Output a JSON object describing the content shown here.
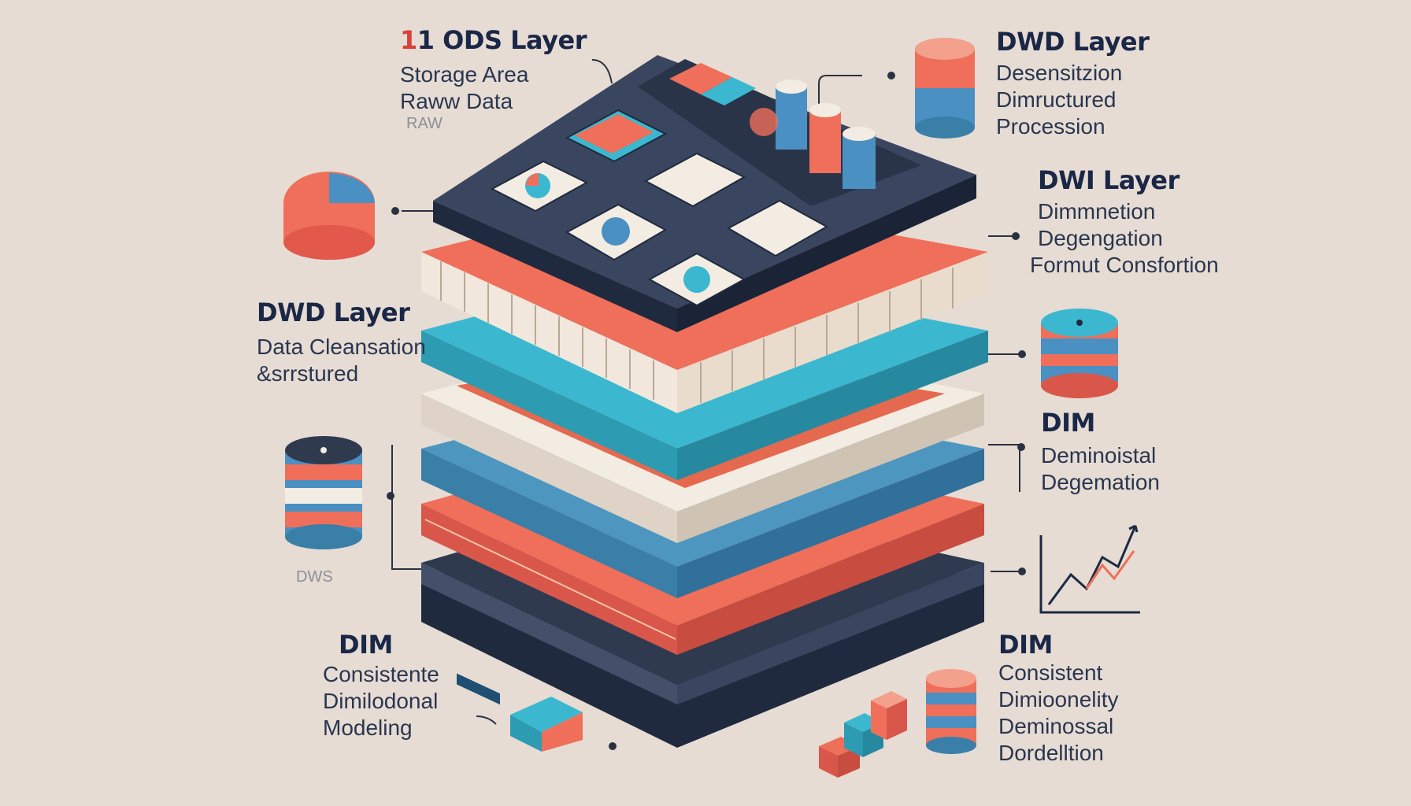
{
  "colors": {
    "background": "#e6dcd3",
    "navy": "#2f3a4f",
    "coral": "#ef6f5a",
    "teal": "#3bb8cf",
    "cream": "#f3ece2",
    "blue": "#4a90c2"
  },
  "labels": {
    "ods": {
      "number": "1",
      "title": "1 ODS Layer",
      "lines": [
        "Storage Area",
        "Raww Data"
      ],
      "faint": "RAW"
    },
    "dwd_top": {
      "title": "DWD Layer",
      "lines": [
        "Desensitzion",
        "Dimructured",
        "Procession"
      ]
    },
    "dwi": {
      "title": "DWI Layer",
      "lines": [
        "Dimmnetion",
        "Degengation",
        "Formut Consfortion"
      ]
    },
    "dwd_left": {
      "title": "DWD Layer",
      "lines": [
        "Data Cleansation",
        "&srrstured"
      ]
    },
    "dim_right": {
      "title": "DIM",
      "lines": [
        "Deminoistal",
        "Degemation"
      ]
    },
    "dws": {
      "faint": "DWS"
    },
    "dim_bottom_left": {
      "title": "DIM",
      "lines": [
        "Consistente",
        "Dimilodonal",
        "Modeling"
      ]
    },
    "dim_bottom_right": {
      "title": "DIM",
      "lines": [
        "Consistent",
        "Dimioonelity",
        "Deminossal",
        "Dordelltion"
      ]
    }
  },
  "icons": [
    "pie-chart-icon",
    "database-stack-icon",
    "disk-stack-icon",
    "line-chart-icon",
    "cube-icon",
    "cube-cluster-icon",
    "storage-cylinder-icon"
  ]
}
